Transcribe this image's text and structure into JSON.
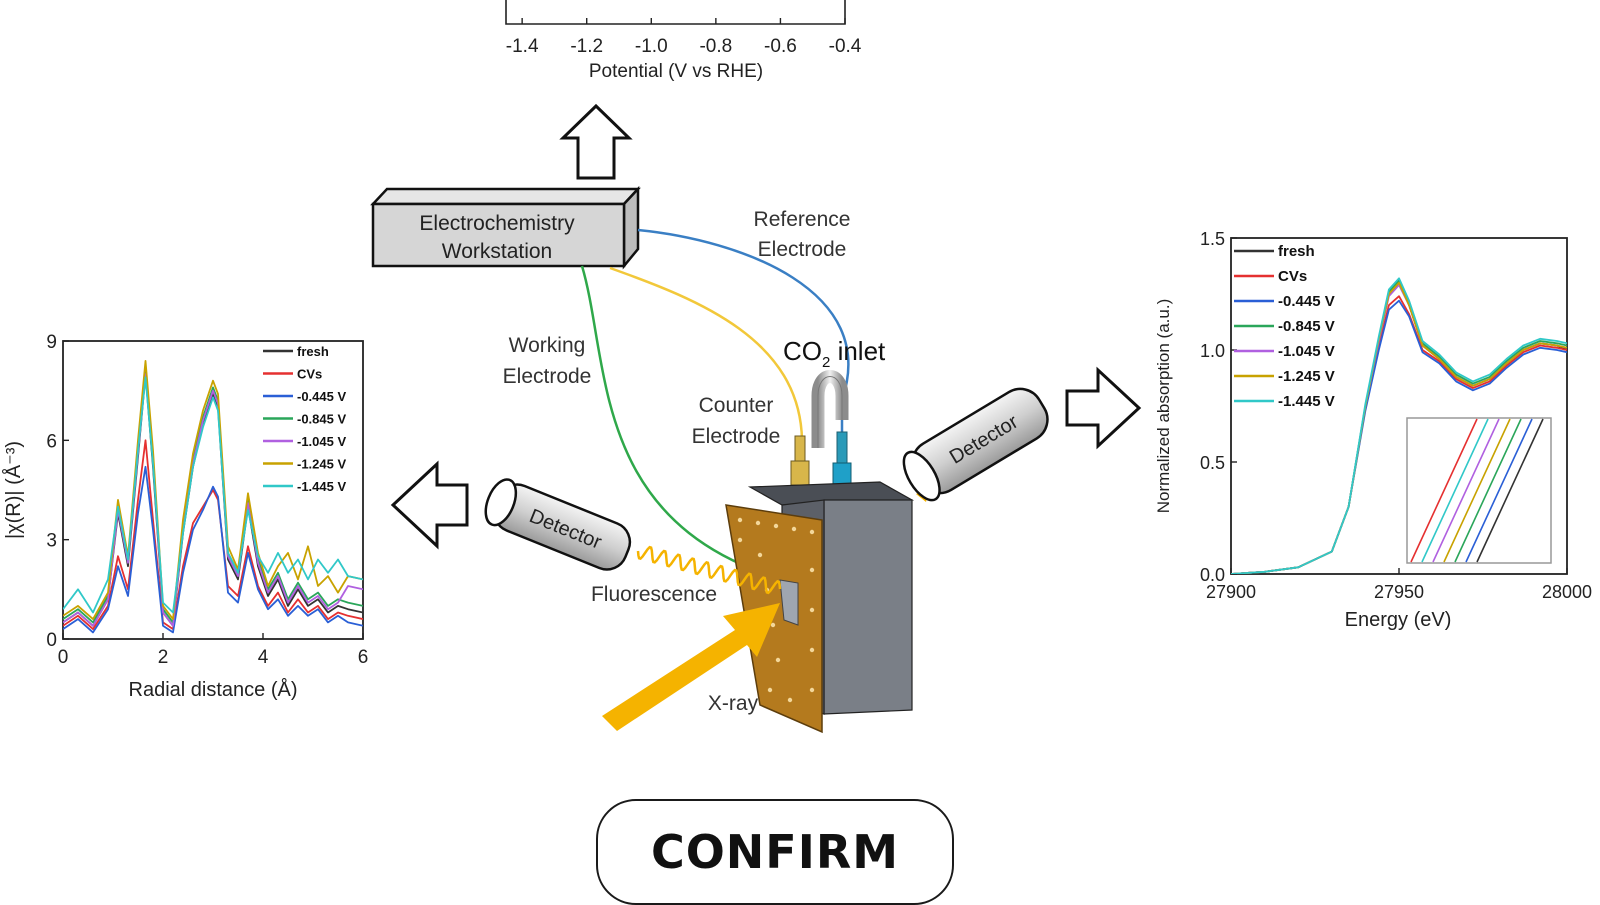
{
  "workstation": {
    "line1": "Electrochemistry",
    "line2": "Workstation"
  },
  "labels": {
    "reference_1": "Reference",
    "reference_2": "Electrode",
    "working_1": "Working",
    "working_2": "Electrode",
    "counter_1": "Counter",
    "counter_2": "Electrode",
    "co2_main": "CO",
    "co2_sub": "2",
    "co2_tail": " inlet",
    "fluorescence": "Fluorescence",
    "xray": "X-ray",
    "detector_left": "Detector",
    "detector_right": "Detector"
  },
  "colors": {
    "reference_wire": "#3a7fc4",
    "counter_wire": "#f2c83a",
    "working_wire": "#2fa84a",
    "xray_beam": "#f5b300",
    "cell_front": "#b47a1e",
    "cell_body": "#777c84"
  },
  "confirm_label": "CONFIRM",
  "chart_data": [
    {
      "type": "line",
      "title": "",
      "xlabel": "Potential (V vs RHE)",
      "ylabel": "",
      "xlim": [
        -1.45,
        -0.4
      ],
      "x_ticks": [
        "-1.4",
        "-1.2",
        "-1.0",
        "-0.8",
        "-0.6",
        "-0.4"
      ],
      "series": []
    },
    {
      "type": "line",
      "title": "",
      "xlabel": "Radial distance (Å)",
      "ylabel": "|χ(R)| (Å⁻³)",
      "xlim": [
        0,
        6
      ],
      "ylim": [
        0,
        9
      ],
      "x_ticks": [
        "0",
        "2",
        "4",
        "6"
      ],
      "y_ticks": [
        "0",
        "3",
        "6",
        "9"
      ],
      "legend_position": "top-right",
      "series": [
        {
          "name": "fresh",
          "color": "#333333",
          "x": [
            0,
            0.3,
            0.6,
            0.9,
            1.1,
            1.3,
            1.5,
            1.65,
            1.8,
            2.0,
            2.2,
            2.4,
            2.6,
            2.8,
            3.0,
            3.1,
            3.3,
            3.5,
            3.7,
            3.9,
            4.1,
            4.3,
            4.5,
            4.7,
            4.9,
            5.1,
            5.3,
            5.5,
            5.7,
            6.0
          ],
          "y": [
            0.5,
            0.8,
            0.4,
            1.2,
            3.8,
            2.2,
            5.5,
            8.0,
            5.2,
            0.8,
            0.4,
            3.2,
            5.2,
            6.5,
            7.4,
            7.0,
            2.4,
            1.8,
            4.0,
            2.2,
            1.3,
            1.8,
            1.0,
            1.5,
            1.0,
            1.2,
            0.8,
            1.0,
            0.9,
            0.8
          ]
        },
        {
          "name": "CVs",
          "color": "#e53030",
          "x": [
            0,
            0.3,
            0.6,
            0.9,
            1.1,
            1.3,
            1.5,
            1.65,
            1.8,
            2.0,
            2.2,
            2.4,
            2.6,
            2.8,
            3.0,
            3.1,
            3.3,
            3.5,
            3.7,
            3.9,
            4.1,
            4.3,
            4.5,
            4.7,
            4.9,
            5.1,
            5.3,
            5.5,
            5.7,
            6.0
          ],
          "y": [
            0.4,
            0.7,
            0.3,
            1.0,
            2.5,
            1.5,
            4.2,
            6.0,
            3.6,
            0.5,
            0.3,
            2.2,
            3.5,
            4.0,
            4.5,
            4.2,
            1.6,
            1.3,
            2.8,
            1.6,
            1.0,
            1.4,
            0.8,
            1.2,
            0.8,
            1.0,
            0.6,
            0.8,
            0.7,
            0.6
          ]
        },
        {
          "name": "-0.445 V",
          "color": "#2a5fd6",
          "x": [
            0,
            0.3,
            0.6,
            0.9,
            1.1,
            1.3,
            1.5,
            1.65,
            1.8,
            2.0,
            2.2,
            2.4,
            2.6,
            2.8,
            3.0,
            3.1,
            3.3,
            3.5,
            3.7,
            3.9,
            4.1,
            4.3,
            4.5,
            4.7,
            4.9,
            5.1,
            5.3,
            5.5,
            5.7,
            6.0
          ],
          "y": [
            0.3,
            0.6,
            0.2,
            0.9,
            2.2,
            1.3,
            3.8,
            5.2,
            3.3,
            0.4,
            0.2,
            2.0,
            3.3,
            3.9,
            4.6,
            4.3,
            1.4,
            1.1,
            2.6,
            1.5,
            0.9,
            1.2,
            0.7,
            1.0,
            0.7,
            0.9,
            0.5,
            0.7,
            0.5,
            0.4
          ]
        },
        {
          "name": "-0.845 V",
          "color": "#2aa65a",
          "x": [
            0,
            0.3,
            0.6,
            0.9,
            1.1,
            1.3,
            1.5,
            1.65,
            1.8,
            2.0,
            2.2,
            2.4,
            2.6,
            2.8,
            3.0,
            3.1,
            3.3,
            3.5,
            3.7,
            3.9,
            4.1,
            4.3,
            4.5,
            4.7,
            4.9,
            5.1,
            5.3,
            5.5,
            5.7,
            6.0
          ],
          "y": [
            0.6,
            0.9,
            0.5,
            1.3,
            4.0,
            2.4,
            5.8,
            8.1,
            5.5,
            0.9,
            0.5,
            3.4,
            5.4,
            6.7,
            7.6,
            7.2,
            2.6,
            2.0,
            4.2,
            2.4,
            1.5,
            2.0,
            1.2,
            1.7,
            1.2,
            1.4,
            1.0,
            1.2,
            1.1,
            1.0
          ]
        },
        {
          "name": "-1.045 V",
          "color": "#b060e0",
          "x": [
            0,
            0.3,
            0.6,
            0.9,
            1.1,
            1.3,
            1.5,
            1.65,
            1.8,
            2.0,
            2.2,
            2.4,
            2.6,
            2.8,
            3.0,
            3.1,
            3.3,
            3.5,
            3.7,
            3.9,
            4.1,
            4.3,
            4.5,
            4.7,
            4.9,
            5.1,
            5.3,
            5.5,
            5.7,
            6.0
          ],
          "y": [
            0.5,
            0.8,
            0.4,
            1.2,
            3.9,
            2.3,
            5.6,
            8.0,
            5.4,
            0.8,
            0.4,
            3.3,
            5.3,
            6.6,
            7.5,
            7.1,
            2.5,
            1.9,
            4.1,
            2.3,
            1.4,
            1.9,
            1.1,
            1.6,
            1.1,
            1.3,
            0.9,
            1.1,
            1.6,
            1.5
          ]
        },
        {
          "name": "-1.245 V",
          "color": "#c8a200",
          "x": [
            0,
            0.3,
            0.6,
            0.9,
            1.1,
            1.3,
            1.5,
            1.65,
            1.8,
            2.0,
            2.2,
            2.4,
            2.6,
            2.8,
            3.0,
            3.1,
            3.3,
            3.5,
            3.7,
            3.9,
            4.1,
            4.3,
            4.5,
            4.7,
            4.9,
            5.1,
            5.3,
            5.5,
            5.7,
            6.0
          ],
          "y": [
            0.7,
            1.0,
            0.6,
            1.4,
            4.2,
            2.5,
            6.0,
            8.4,
            5.7,
            1.0,
            0.6,
            3.6,
            5.6,
            6.9,
            7.8,
            7.4,
            2.8,
            2.1,
            4.4,
            2.6,
            1.6,
            2.2,
            2.6,
            1.8,
            2.8,
            1.6,
            1.9,
            1.4,
            1.9,
            1.8
          ]
        },
        {
          "name": "-1.445 V",
          "color": "#30c8c8",
          "x": [
            0,
            0.3,
            0.6,
            0.9,
            1.1,
            1.3,
            1.5,
            1.65,
            1.8,
            2.0,
            2.2,
            2.4,
            2.6,
            2.8,
            3.0,
            3.1,
            3.3,
            3.5,
            3.7,
            3.9,
            4.1,
            4.3,
            4.5,
            4.7,
            4.9,
            5.1,
            5.3,
            5.5,
            5.7,
            6.0
          ],
          "y": [
            0.9,
            1.5,
            0.8,
            1.8,
            4.0,
            2.4,
            5.7,
            7.9,
            5.3,
            1.1,
            0.8,
            3.2,
            5.2,
            6.4,
            7.3,
            6.9,
            2.6,
            2.0,
            3.9,
            2.5,
            2.0,
            2.6,
            2.0,
            2.4,
            1.8,
            2.4,
            2.0,
            2.4,
            1.9,
            1.8
          ]
        }
      ]
    },
    {
      "type": "line",
      "title": "",
      "xlabel": "Energy (eV)",
      "ylabel": "Normalized absorption (a.u.)",
      "xlim": [
        27900,
        28000
      ],
      "ylim": [
        0,
        1.5
      ],
      "x_ticks": [
        "27900",
        "27950",
        "28000"
      ],
      "y_ticks": [
        "0.0",
        "0.5",
        "1.0",
        "1.5"
      ],
      "legend_position": "top-left",
      "series": [
        {
          "name": "fresh",
          "color": "#333333",
          "x": [
            27900,
            27910,
            27920,
            27930,
            27935,
            27940,
            27944,
            27947,
            27950,
            27953,
            27957,
            27962,
            27967,
            27972,
            27977,
            27982,
            27987,
            27992,
            27997,
            28000
          ],
          "y": [
            0,
            0.01,
            0.03,
            0.1,
            0.3,
            0.75,
            1.05,
            1.25,
            1.3,
            1.2,
            1.02,
            0.96,
            0.88,
            0.84,
            0.87,
            0.94,
            1.0,
            1.03,
            1.02,
            1.0
          ]
        },
        {
          "name": "CVs",
          "color": "#e53030",
          "x": [
            27900,
            27910,
            27920,
            27930,
            27935,
            27940,
            27944,
            27947,
            27950,
            27953,
            27957,
            27962,
            27967,
            27972,
            27977,
            27982,
            27987,
            27992,
            27997,
            28000
          ],
          "y": [
            0,
            0.01,
            0.03,
            0.1,
            0.3,
            0.74,
            1.02,
            1.2,
            1.24,
            1.16,
            1.0,
            0.95,
            0.87,
            0.83,
            0.86,
            0.93,
            0.99,
            1.02,
            1.01,
            1.0
          ]
        },
        {
          "name": "-0.445 V",
          "color": "#2a5fd6",
          "x": [
            27900,
            27910,
            27920,
            27930,
            27935,
            27940,
            27944,
            27947,
            27950,
            27953,
            27957,
            27962,
            27967,
            27972,
            27977,
            27982,
            27987,
            27992,
            27997,
            28000
          ],
          "y": [
            0,
            0.01,
            0.03,
            0.1,
            0.3,
            0.73,
            1.0,
            1.18,
            1.22,
            1.15,
            0.99,
            0.94,
            0.86,
            0.82,
            0.85,
            0.92,
            0.98,
            1.01,
            1.0,
            0.99
          ]
        },
        {
          "name": "-0.845 V",
          "color": "#2aa65a",
          "x": [
            27900,
            27910,
            27920,
            27930,
            27935,
            27940,
            27944,
            27947,
            27950,
            27953,
            27957,
            27962,
            27967,
            27972,
            27977,
            27982,
            27987,
            27992,
            27997,
            28000
          ],
          "y": [
            0,
            0.01,
            0.03,
            0.1,
            0.3,
            0.75,
            1.05,
            1.26,
            1.31,
            1.21,
            1.03,
            0.97,
            0.89,
            0.85,
            0.88,
            0.95,
            1.01,
            1.04,
            1.03,
            1.02
          ]
        },
        {
          "name": "-1.045 V",
          "color": "#b060e0",
          "x": [
            27900,
            27910,
            27920,
            27930,
            27935,
            27940,
            27944,
            27947,
            27950,
            27953,
            27957,
            27962,
            27967,
            27972,
            27977,
            27982,
            27987,
            27992,
            27997,
            28000
          ],
          "y": [
            0,
            0.01,
            0.03,
            0.1,
            0.3,
            0.75,
            1.04,
            1.24,
            1.29,
            1.2,
            1.02,
            0.96,
            0.88,
            0.84,
            0.87,
            0.94,
            1.0,
            1.03,
            1.02,
            1.01
          ]
        },
        {
          "name": "-1.245 V",
          "color": "#c8a200",
          "x": [
            27900,
            27910,
            27920,
            27930,
            27935,
            27940,
            27944,
            27947,
            27950,
            27953,
            27957,
            27962,
            27967,
            27972,
            27977,
            27982,
            27987,
            27992,
            27997,
            28000
          ],
          "y": [
            0,
            0.01,
            0.03,
            0.1,
            0.3,
            0.75,
            1.05,
            1.25,
            1.3,
            1.2,
            1.02,
            0.96,
            0.88,
            0.84,
            0.87,
            0.94,
            1.0,
            1.03,
            1.02,
            1.01
          ]
        },
        {
          "name": "-1.445 V",
          "color": "#30c8c8",
          "x": [
            27900,
            27910,
            27920,
            27930,
            27935,
            27940,
            27944,
            27947,
            27950,
            27953,
            27957,
            27962,
            27967,
            27972,
            27977,
            27982,
            27987,
            27992,
            27997,
            28000
          ],
          "y": [
            0,
            0.01,
            0.03,
            0.1,
            0.3,
            0.76,
            1.06,
            1.27,
            1.32,
            1.22,
            1.04,
            0.98,
            0.9,
            0.86,
            0.89,
            0.96,
            1.02,
            1.05,
            1.04,
            1.03
          ]
        }
      ]
    }
  ]
}
